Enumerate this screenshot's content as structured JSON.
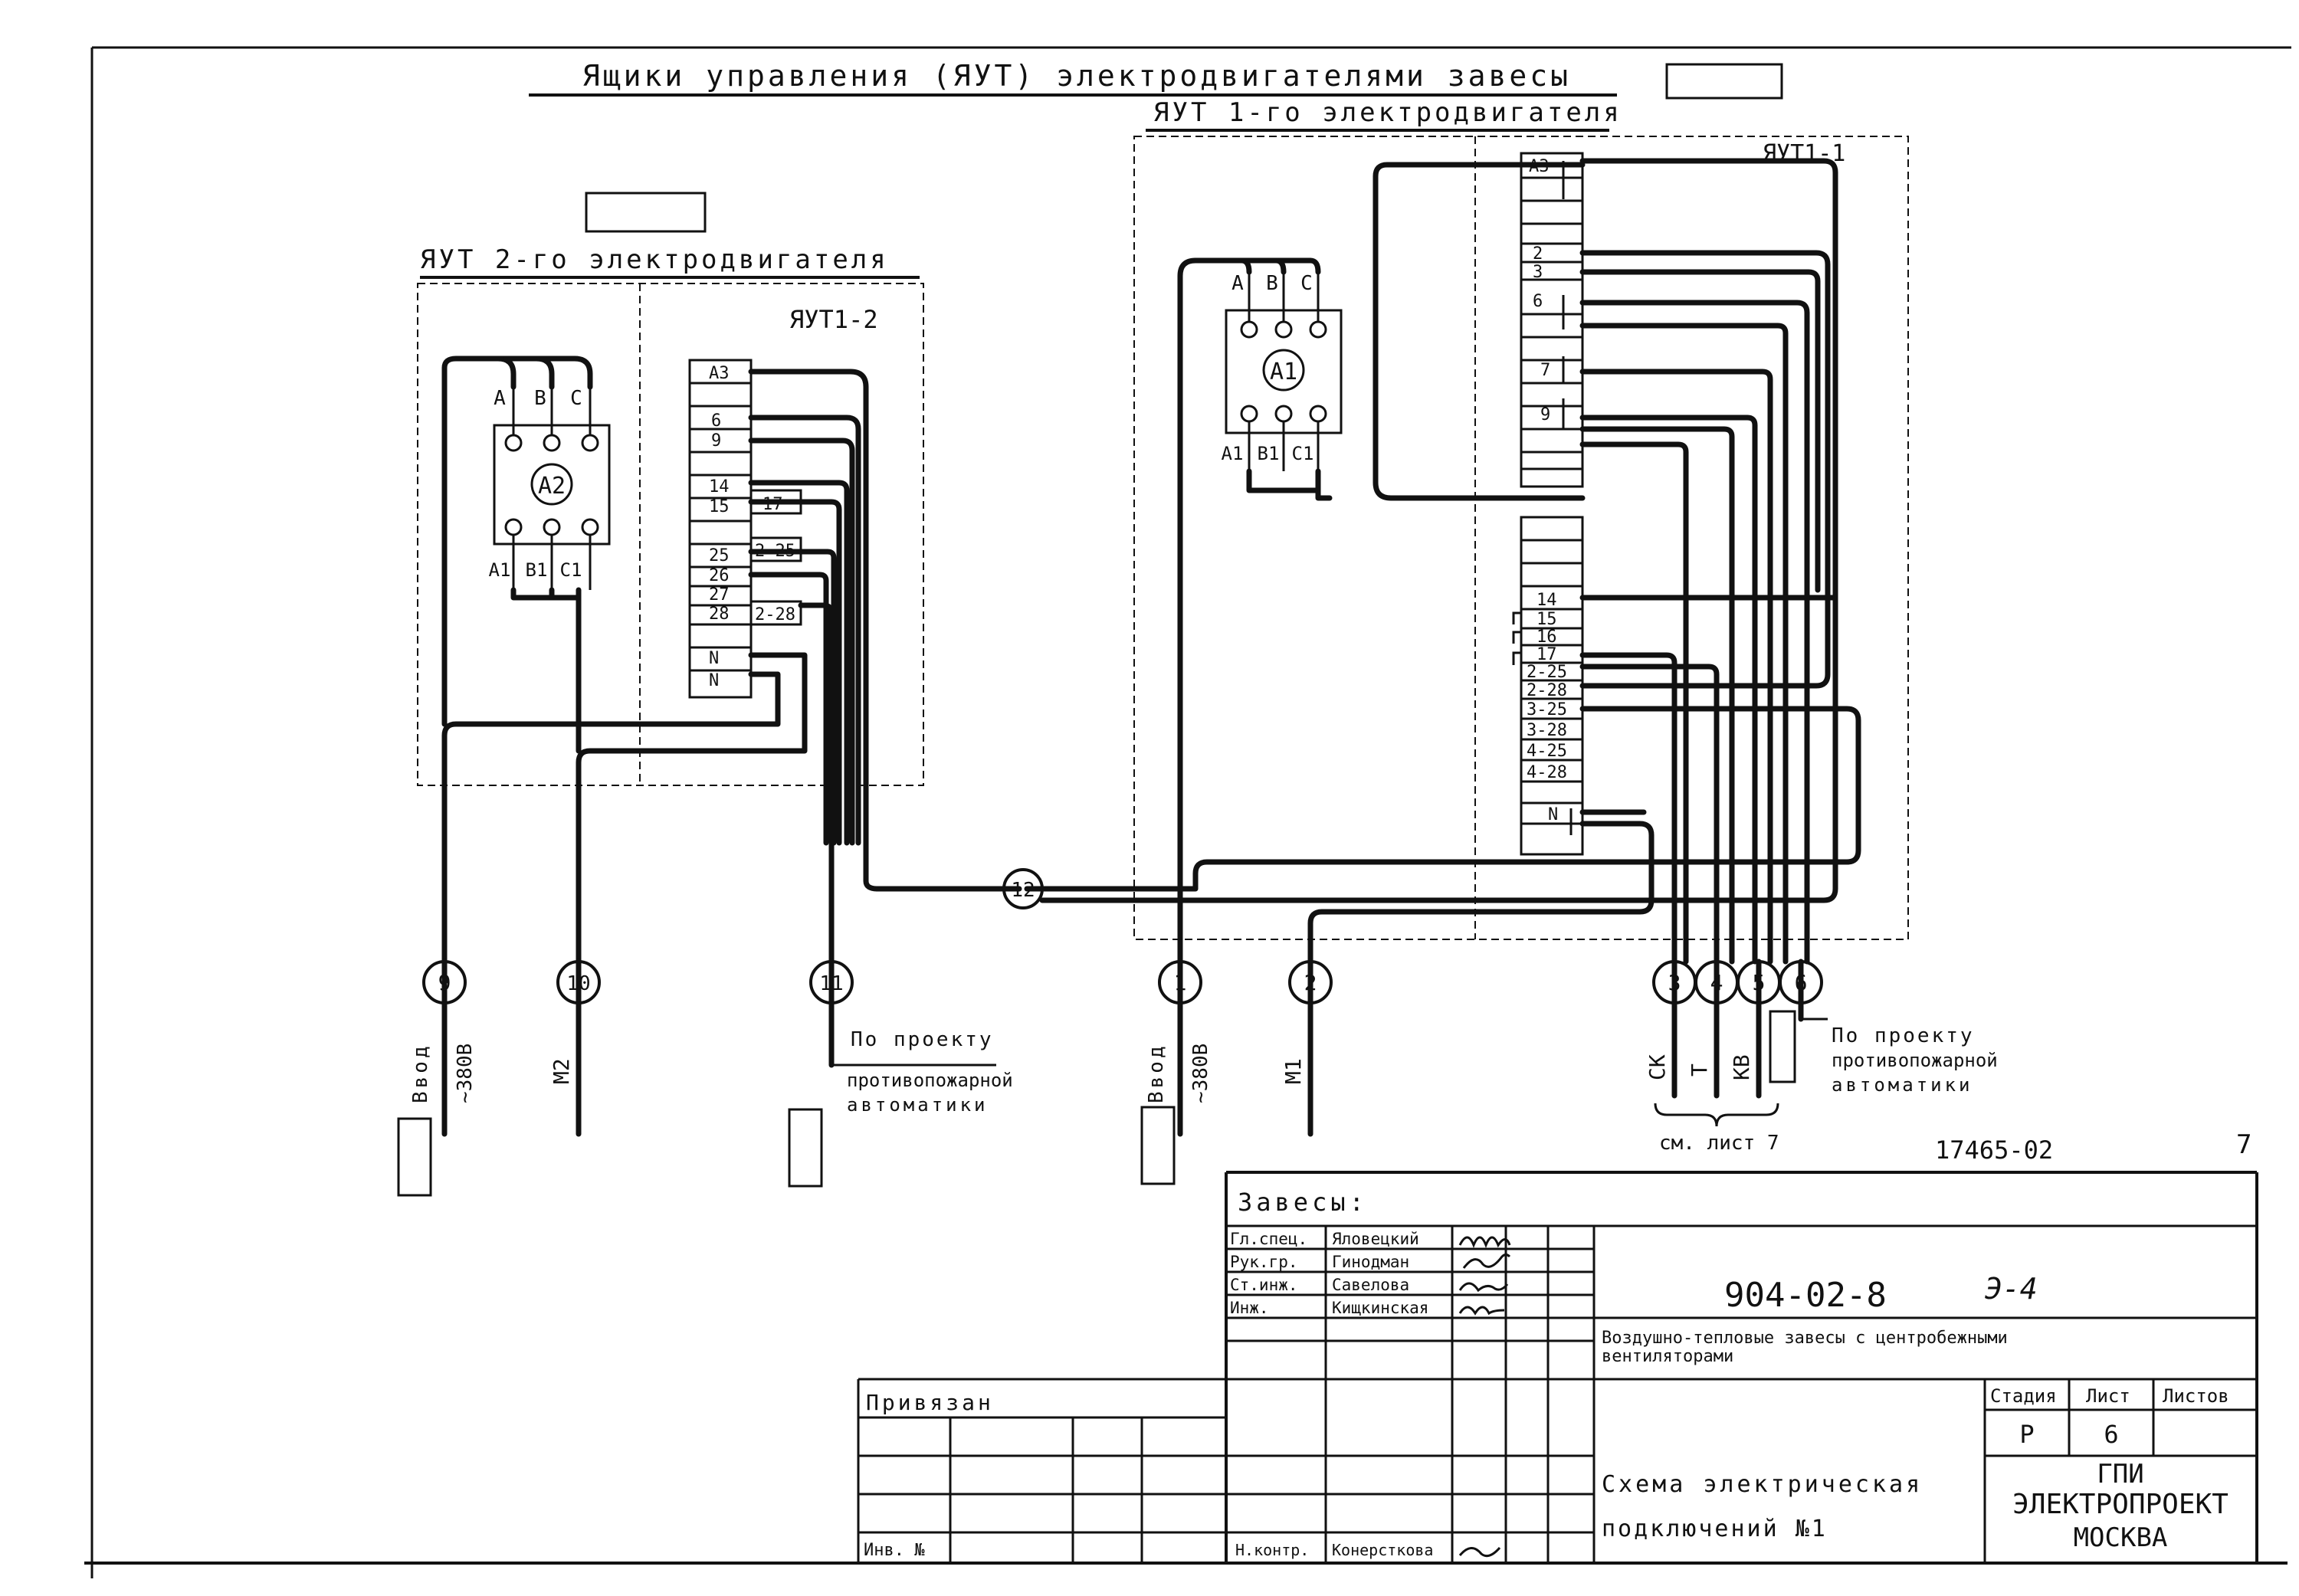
{
  "title": "Ящики управления (ЯУТ) электродвигателями завесы",
  "left_box": {
    "heading": "ЯУТ 2-го электродвигателя",
    "panel_label": "ЯУТ1-2",
    "motor": "А2",
    "phases_top": [
      "А",
      "В",
      "С"
    ],
    "phases_bottom": [
      "А1",
      "В1",
      "С1"
    ],
    "terminals": [
      "А3",
      "6",
      "9",
      "14",
      "15",
      "25",
      "26",
      "27",
      "28",
      "N",
      "N"
    ],
    "jumpers": [
      "17",
      "2-25",
      "2-28"
    ]
  },
  "right_box": {
    "heading": "ЯУТ 1-го электродвигателя",
    "panel_label": "ЯУТ1-1",
    "motor": "А1",
    "phases_top": [
      "А",
      "В",
      "С"
    ],
    "phases_bottom": [
      "А1",
      "В1",
      "С1"
    ],
    "terminals_upper": [
      "А3",
      "2",
      "3",
      "6",
      "7",
      "9"
    ],
    "terminals_lower": [
      "14",
      "15",
      "16",
      "17",
      "2-25",
      "2-28",
      "3-25",
      "3-28",
      "4-25",
      "4-28",
      "N"
    ]
  },
  "cables": [
    "9",
    "10",
    "11",
    "12",
    "1",
    "2",
    "3",
    "4",
    "5",
    "6"
  ],
  "cable_labels": {
    "c9": [
      "Ввод",
      "~380В"
    ],
    "c10": "М2",
    "c1": [
      "Ввод",
      "~380В"
    ],
    "c2": "М1",
    "c3": "СК",
    "c4": "Т",
    "c5": "КВ",
    "fire_auto_left": [
      "По проекту",
      "противопожарной",
      "автоматики"
    ],
    "fire_auto_right": [
      "По проекту",
      "противопожарной",
      "автоматики"
    ],
    "see_sheet": "см. лист 7"
  },
  "doc_number": "17465-02",
  "doc_corner": "7",
  "title_block": {
    "project_header": "Завесы:",
    "code": "904-02-8",
    "code_suffix": "Э-4",
    "roles": [
      {
        "role": "Гл.спец.",
        "name": "Яловецкий"
      },
      {
        "role": "Рук.гр.",
        "name": "Гинодман"
      },
      {
        "role": "Ст.инж.",
        "name": "Савелова"
      },
      {
        "role": "Инж.",
        "name": "Кищкинская"
      }
    ],
    "description": [
      "Воздушно-тепловые завесы с центробежными",
      "вентиляторами"
    ],
    "stage_header": "Стадия",
    "sheet_header": "Лист",
    "sheets_header": "Листов",
    "stage": "Р",
    "sheet": "6",
    "sheets": "",
    "drawing_title": [
      "Схема электрическая",
      "подключений №1"
    ],
    "org": [
      "ГПИ",
      "ЭЛЕКТРОПРОЕКТ",
      "МОСКВА"
    ],
    "bound": "Привязан",
    "inv": "Инв. №",
    "norm_control_role": "Н.контр.",
    "norm_control_name": "Конерсткова"
  }
}
